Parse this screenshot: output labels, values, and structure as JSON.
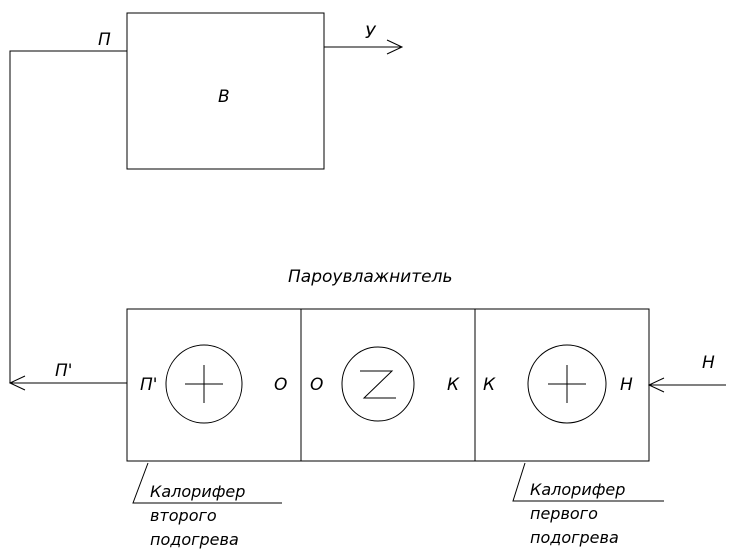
{
  "labels": {
    "room_in": "П",
    "exhaust_out": "У",
    "room": "В",
    "steam_humidifier": "Пароувлажнитель",
    "supply_out": "П'",
    "supply_out_inner": "П'",
    "second_heater_in": "О",
    "humidifier_in": "О",
    "humidifier_out": "К",
    "first_heater_out": "К",
    "first_heater_in": "Н",
    "outside_in": "Н"
  },
  "captions": {
    "second_heater": [
      "Калорифер",
      "второго",
      "подогрева"
    ],
    "first_heater": [
      "Калорифер",
      "первого",
      "подогрева"
    ]
  }
}
